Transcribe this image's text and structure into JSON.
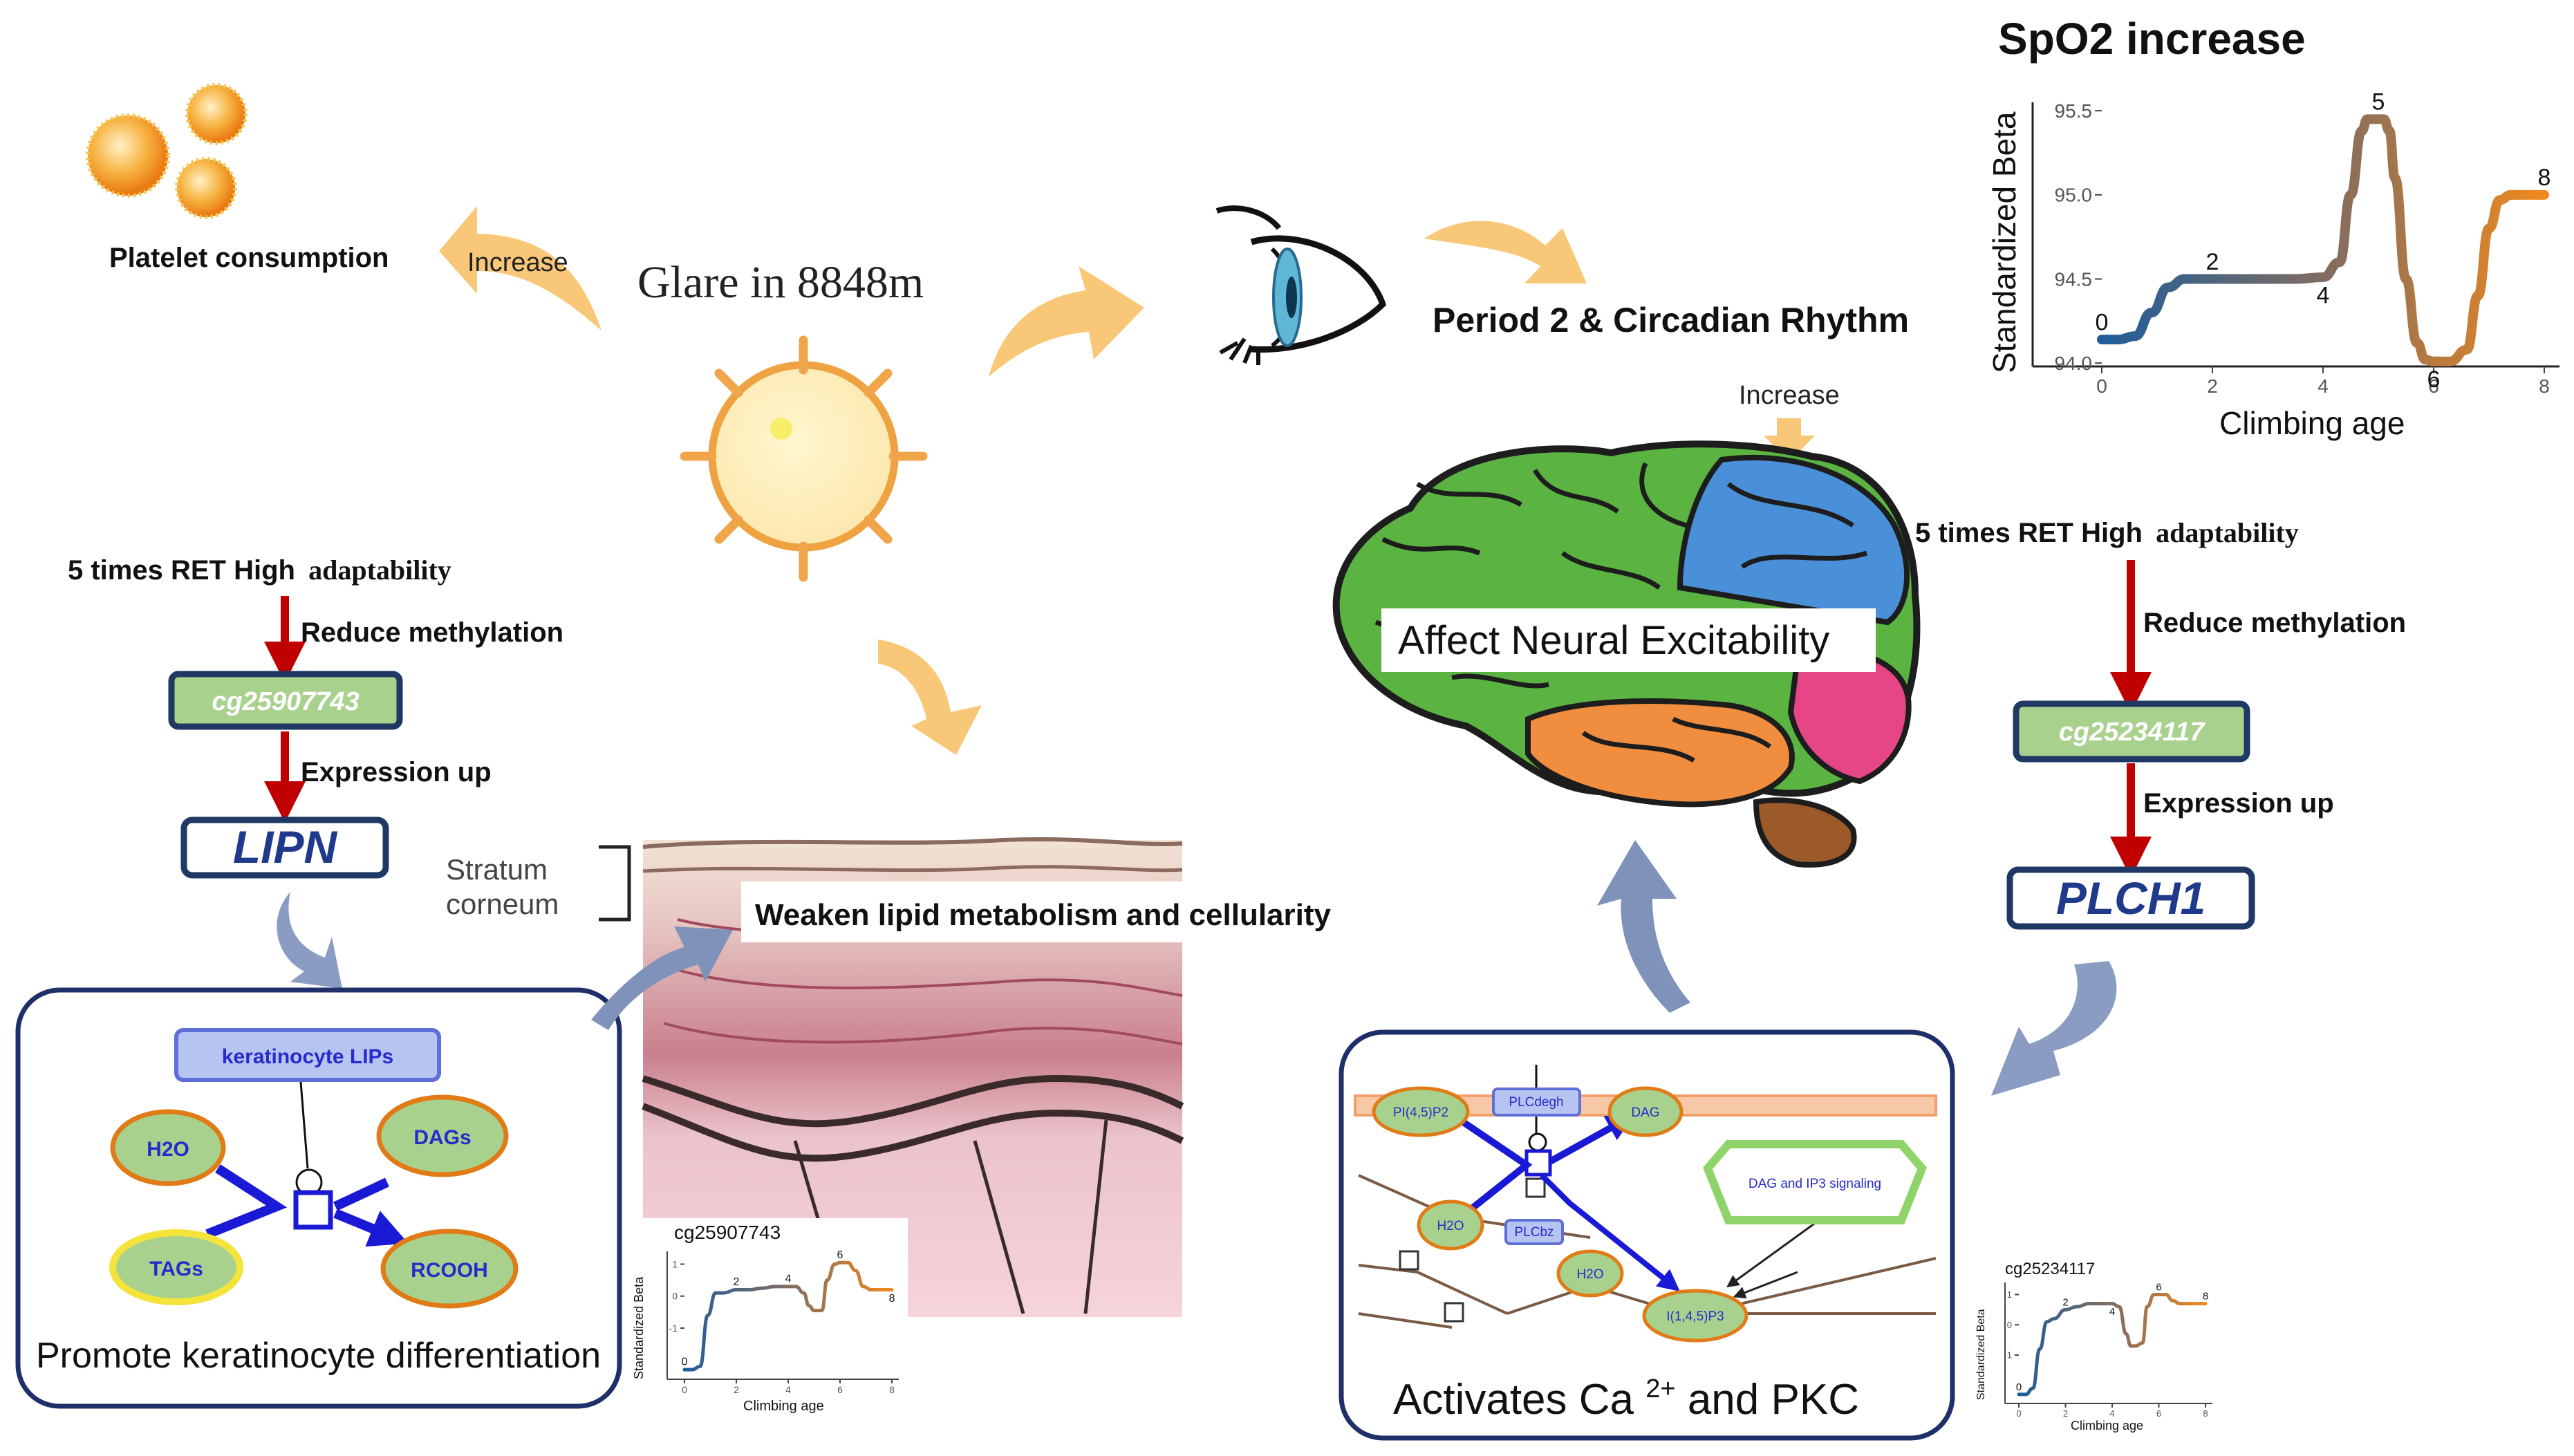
{
  "center": {
    "title": "Glare in 8848m"
  },
  "left": {
    "platelet_label": "Platelet consumption",
    "increase_label": "Increase",
    "ret_label_bold": "5 times RET High",
    "ret_label_serif": "adaptability",
    "reduce_label": "Reduce methylation",
    "cpg": "cg25907743",
    "expression_label": "Expression up",
    "gene": "LIPN",
    "pathway_caption": "Promote keratinocyte differentiation",
    "pathway_nodes": [
      "keratinocyte LIPs",
      "H2O",
      "DAGs",
      "TAGs",
      "RCOOH"
    ]
  },
  "skin": {
    "stratum_line1": "Stratum",
    "stratum_line2": "corneum",
    "effect_label": "Weaken lipid metabolism and cellularity"
  },
  "right": {
    "circadian_label": "Period 2 & Circadian Rhythm",
    "increase_label": "Increase",
    "brain_label": "Affect Neural Excitability",
    "ret_label_bold": "5 times RET High",
    "ret_label_serif": "adaptability",
    "reduce_label": "Reduce methylation",
    "cpg": "cg25234117",
    "expression_label": "Expression up",
    "gene": "PLCH1",
    "pathway_caption_pre": "Activates Ca",
    "pathway_caption_sup": "2+",
    "pathway_caption_post": " and PKC",
    "pathway_nodes": [
      "PI(4,5)P2",
      "PLCdegh",
      "DAG",
      "DAG and IP3 signaling",
      "H2O",
      "PLCbz",
      "H2O",
      "I(1,4,5)P3"
    ]
  },
  "chart_data": [
    {
      "type": "line",
      "title": "SpO2 increase",
      "xlabel": "Climbing age",
      "ylabel": "Standardized Beta",
      "xticks": [
        "0",
        "2",
        "4",
        "6",
        "8"
      ],
      "yticks": [
        "94.0",
        "94.5",
        "95.0",
        "95.5"
      ],
      "xlim": [
        0,
        8
      ],
      "ylim": [
        93.98,
        95.55
      ],
      "grid": false,
      "point_labels": [
        "0",
        "2",
        "4",
        "5",
        "6",
        "8"
      ],
      "x": [
        0,
        0.3,
        0.6,
        0.9,
        1.2,
        1.5,
        2,
        2.5,
        3,
        3.5,
        4,
        4.3,
        4.5,
        4.7,
        4.8,
        5,
        5.1,
        5.2,
        5.3,
        5.5,
        5.7,
        5.85,
        6,
        6.3,
        6.6,
        6.8,
        7,
        7.2,
        7.4,
        7.6,
        8
      ],
      "y": [
        94.14,
        94.14,
        94.16,
        94.3,
        94.45,
        94.5,
        94.5,
        94.5,
        94.5,
        94.5,
        94.51,
        94.6,
        95.0,
        95.38,
        95.45,
        95.45,
        95.45,
        95.38,
        95.1,
        94.5,
        94.12,
        94.02,
        94.01,
        94.01,
        94.08,
        94.4,
        94.8,
        94.97,
        95.0,
        95.0,
        95.0
      ]
    },
    {
      "type": "line",
      "title": "cg25907743",
      "xlabel": "Climbing age",
      "ylabel": "Standardized Beta",
      "yticks": [
        "1",
        "0",
        "-1"
      ],
      "xticks": [
        "0",
        "2",
        "4",
        "6",
        "8"
      ],
      "xlim": [
        0,
        8
      ],
      "ylim": [
        -2.6,
        1.4
      ],
      "x": [
        0,
        0.3,
        0.6,
        0.9,
        1.2,
        1.5,
        2,
        2.5,
        3,
        3.5,
        4,
        4.3,
        4.6,
        4.8,
        5,
        5.3,
        5.5,
        5.8,
        6,
        6.3,
        6.6,
        6.9,
        7.2,
        7.5,
        8
      ],
      "y": [
        -2.3,
        -2.3,
        -2.2,
        -0.6,
        0.1,
        0.1,
        0.2,
        0.2,
        0.25,
        0.3,
        0.3,
        0.3,
        0.1,
        -0.3,
        -0.45,
        -0.45,
        0.5,
        1.0,
        1.05,
        1.05,
        0.8,
        0.3,
        0.2,
        0.2,
        0.2
      ],
      "point_labels": [
        "0",
        "2",
        "4",
        "6",
        "8"
      ]
    },
    {
      "type": "line",
      "title": "cg25234117",
      "xlabel": "Climbing age",
      "ylabel": "Standardized Beta",
      "yticks": [
        "1",
        "0",
        "-1"
      ],
      "xticks": [
        "0",
        "2",
        "4",
        "6",
        "8"
      ],
      "xlim": [
        0,
        8
      ],
      "ylim": [
        -2.6,
        1.4
      ],
      "x": [
        0,
        0.3,
        0.6,
        0.9,
        1.2,
        1.5,
        2,
        2.5,
        3,
        3.5,
        4,
        4.3,
        4.6,
        4.8,
        5,
        5.3,
        5.5,
        5.8,
        6,
        6.3,
        6.6,
        6.9,
        7.2,
        7.5,
        8
      ],
      "y": [
        -2.3,
        -2.3,
        -2.1,
        -0.8,
        0.1,
        0.2,
        0.5,
        0.6,
        0.7,
        0.7,
        0.7,
        0.6,
        -0.3,
        -0.7,
        -0.7,
        -0.6,
        0.6,
        1.0,
        1.0,
        1.0,
        0.8,
        0.7,
        0.7,
        0.7,
        0.7
      ],
      "point_labels": [
        "0",
        "2",
        "4",
        "6",
        "8"
      ]
    }
  ]
}
